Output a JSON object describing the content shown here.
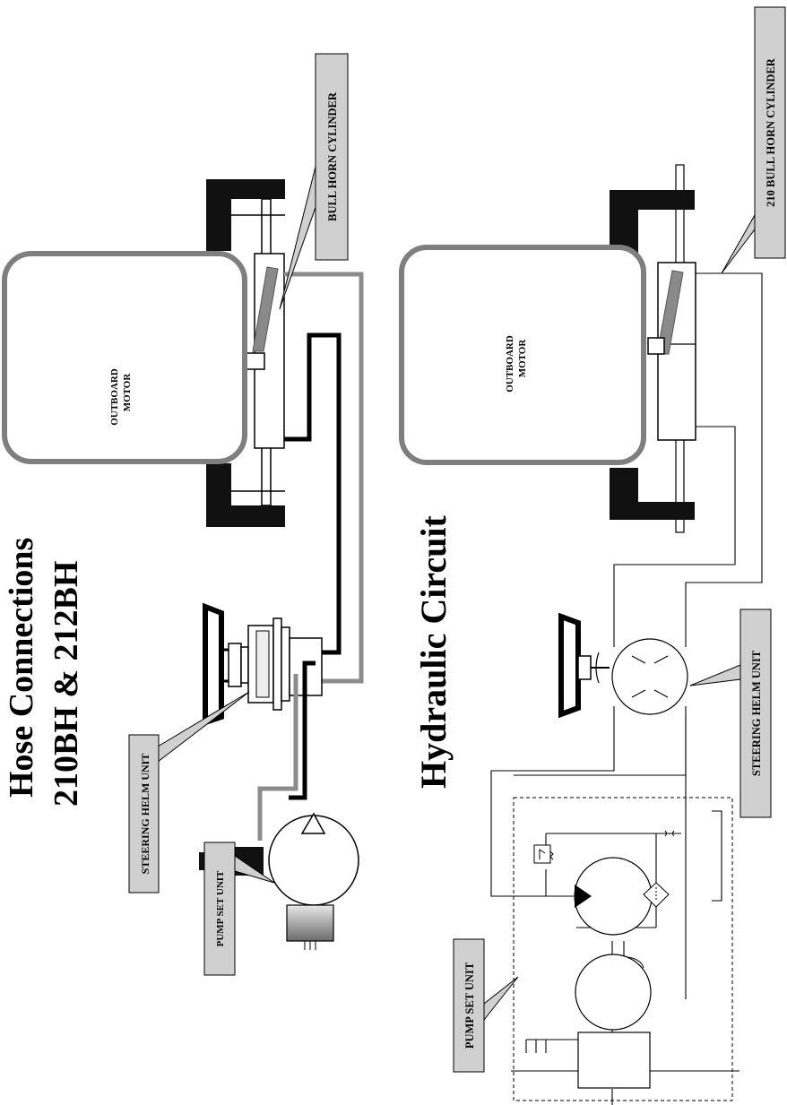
{
  "titles": {
    "hose_line1": "Hose Connections",
    "hose_line2": "210BH & 212BH",
    "hydraulic": "Hydraulic Circuit"
  },
  "labels": {
    "bull_horn_cylinder": "BULL HORN CYLINDER",
    "bull_horn_cylinder_210": "210 BULL HORN CYLINDER",
    "outboard_motor_line1": "OUTBOARD",
    "outboard_motor_line2": "MOTOR",
    "steering_helm_unit": "STEERING HELM UNIT",
    "pump_set_unit": "PUMP SET UNIT"
  },
  "colors": {
    "ink": "#000000",
    "motor_outline": "#7f7f7f",
    "hose_grey": "#8c8c8c",
    "callout_fill": "#d0d0d0"
  }
}
